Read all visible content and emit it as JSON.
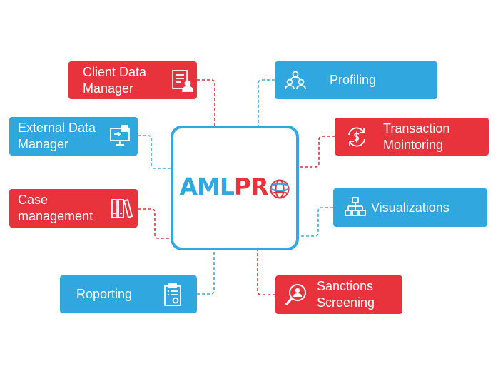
{
  "colors": {
    "red": "#e8323c",
    "blue": "#31a7e0",
    "line_red": "#d9323a",
    "line_blue": "#3aa8dc"
  },
  "logo": {
    "part1": "AML",
    "part2": "PR",
    "globe_icon": "globe-icon"
  },
  "modules": {
    "client_data_manager": {
      "label": "Client Data\nManager",
      "icon": "document-user-icon"
    },
    "external_data_manager": {
      "label": "External Data\nManager",
      "icon": "monitor-transfer-icon"
    },
    "case_management": {
      "label": "Case\nmanagement",
      "icon": "binders-icon"
    },
    "reporting": {
      "label": "Roporting",
      "icon": "clipboard-report-icon"
    },
    "profiling": {
      "label": "Profiling",
      "icon": "users-group-icon"
    },
    "transaction_monitoring": {
      "label": "Transaction\nMointoring",
      "icon": "dollar-cycle-icon"
    },
    "visualizations": {
      "label": "Visualizations",
      "icon": "hierarchy-icon"
    },
    "sanctions_screening": {
      "label": "Sanctions\nScreening",
      "icon": "search-person-icon"
    }
  }
}
